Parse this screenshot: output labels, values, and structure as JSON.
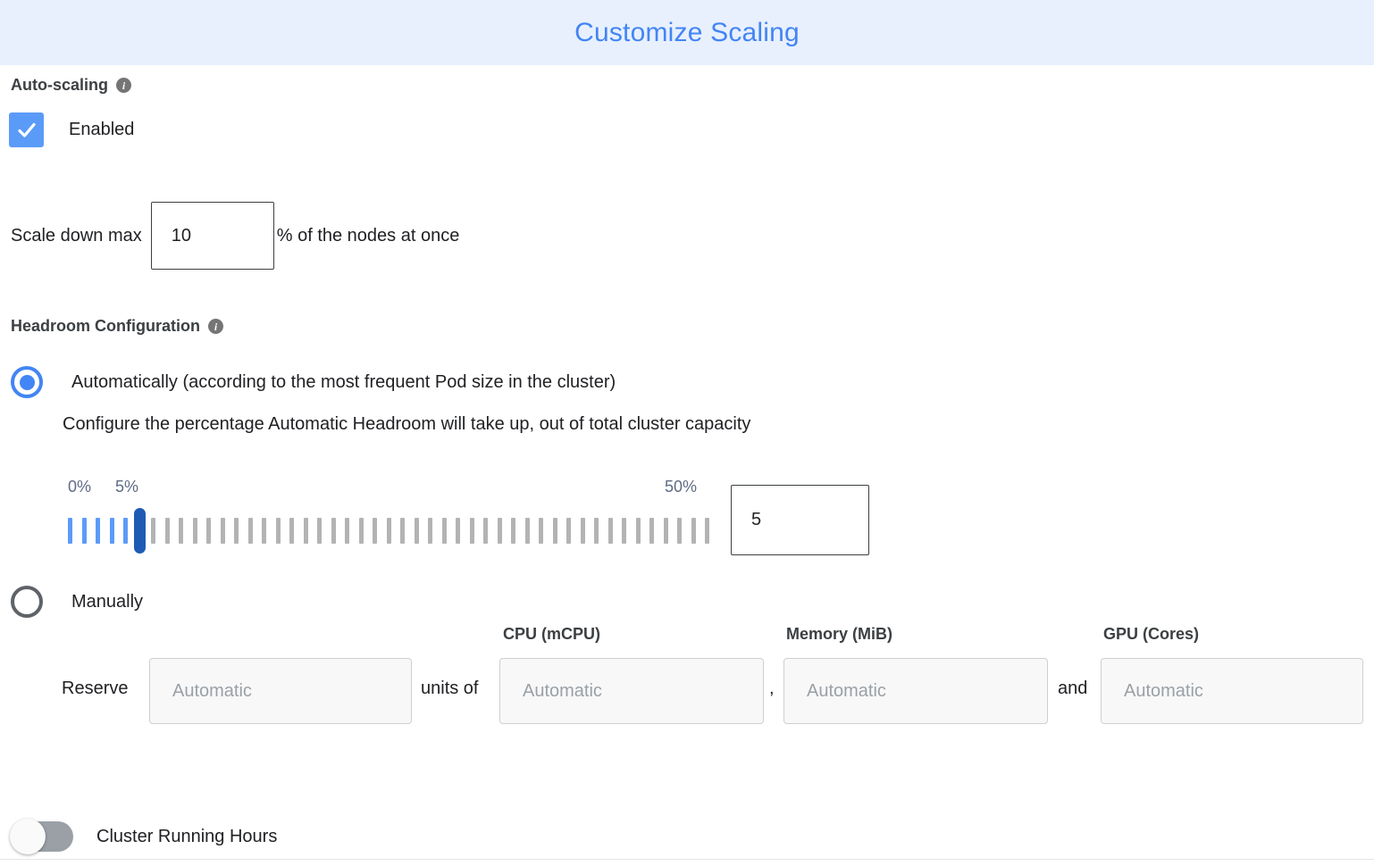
{
  "header": {
    "title": "Customize Scaling",
    "title_color": "#4285f4",
    "background_color": "#e8f0fe"
  },
  "auto_scaling": {
    "section_label": "Auto-scaling",
    "info_icon": "info-icon",
    "info_glyph": "i",
    "checkbox_label": "Enabled",
    "checkbox_checked": true,
    "checkbox_color": "#5b9bf8"
  },
  "scale_down": {
    "prefix_label": "Scale down max",
    "value": "10",
    "suffix_label": "% of the nodes at once"
  },
  "headroom": {
    "section_label": "Headroom Configuration",
    "info_glyph": "i",
    "option_auto": {
      "label": "Automatically (according to the most frequent Pod size in the cluster)",
      "selected": true,
      "description": "Configure the percentage Automatic Headroom will take up, out of total cluster capacity"
    },
    "slider": {
      "min_label": "0%",
      "current_label": "5%",
      "max_label": "50%",
      "min_value": 0,
      "max_value": 50,
      "value": 5,
      "tick_count": 47,
      "filled_color": "#5b9bf8",
      "empty_color": "#b3b3b3",
      "thumb_color": "#1f5bb5",
      "label_color": "#5f6b85"
    },
    "value_input": "5",
    "option_manual": {
      "label": "Manually",
      "selected": false
    },
    "manual_form": {
      "reserve_label": "Reserve",
      "units_of_label": "units of",
      "comma_label": ",",
      "and_label": "and",
      "columns": [
        {
          "header": "",
          "placeholder": "Automatic",
          "name": "units"
        },
        {
          "header": "CPU (mCPU)",
          "placeholder": "Automatic",
          "name": "cpu"
        },
        {
          "header": "Memory (MiB)",
          "placeholder": "Automatic",
          "name": "memory"
        },
        {
          "header": "GPU (Cores)",
          "placeholder": "Automatic",
          "name": "gpu"
        }
      ]
    }
  },
  "cluster_running_hours": {
    "label": "Cluster Running Hours",
    "enabled": false
  }
}
